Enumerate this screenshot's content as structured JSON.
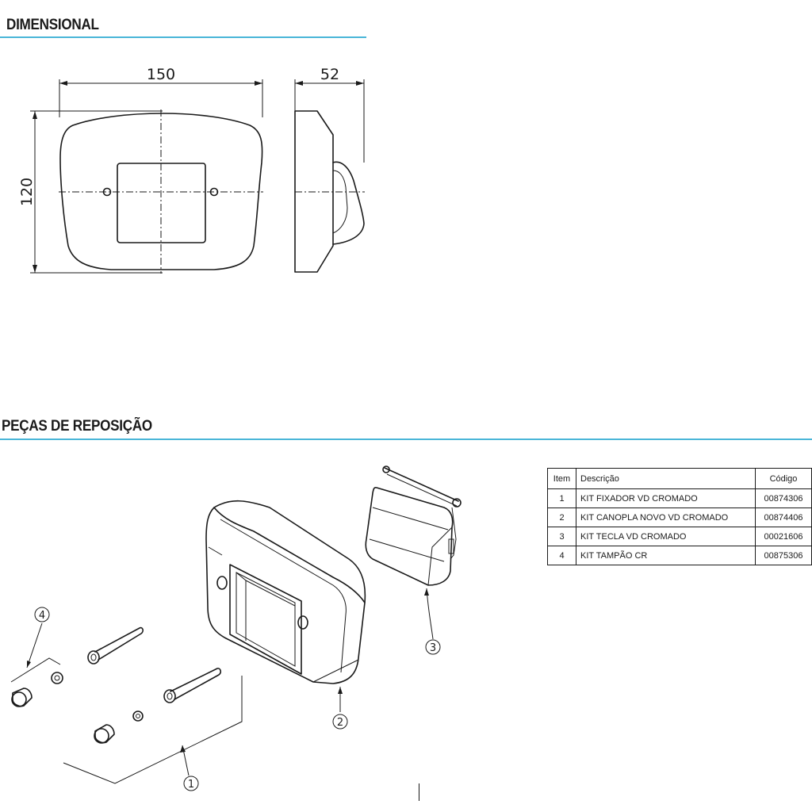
{
  "sections": {
    "dimensional": "DIMENSIONAL",
    "parts": "PEÇAS DE REPOSIÇÃO"
  },
  "accent_color": "#49b6d8",
  "dimensions": {
    "width": "150",
    "depth": "52",
    "height": "120"
  },
  "callouts": [
    "1",
    "2",
    "3",
    "4"
  ],
  "parts_table": {
    "headers": {
      "item": "Item",
      "description": "Descrição",
      "code": "Código"
    },
    "rows": [
      {
        "item": "1",
        "description": "KIT FIXADOR VD CROMADO",
        "code": "00874306"
      },
      {
        "item": "2",
        "description": "KIT CANOPLA NOVO VD CROMADO",
        "code": "00874406"
      },
      {
        "item": "3",
        "description": "KIT TECLA VD CROMADO",
        "code": "00021606"
      },
      {
        "item": "4",
        "description": "KIT TAMPÃO CR",
        "code": "00875306"
      }
    ]
  }
}
